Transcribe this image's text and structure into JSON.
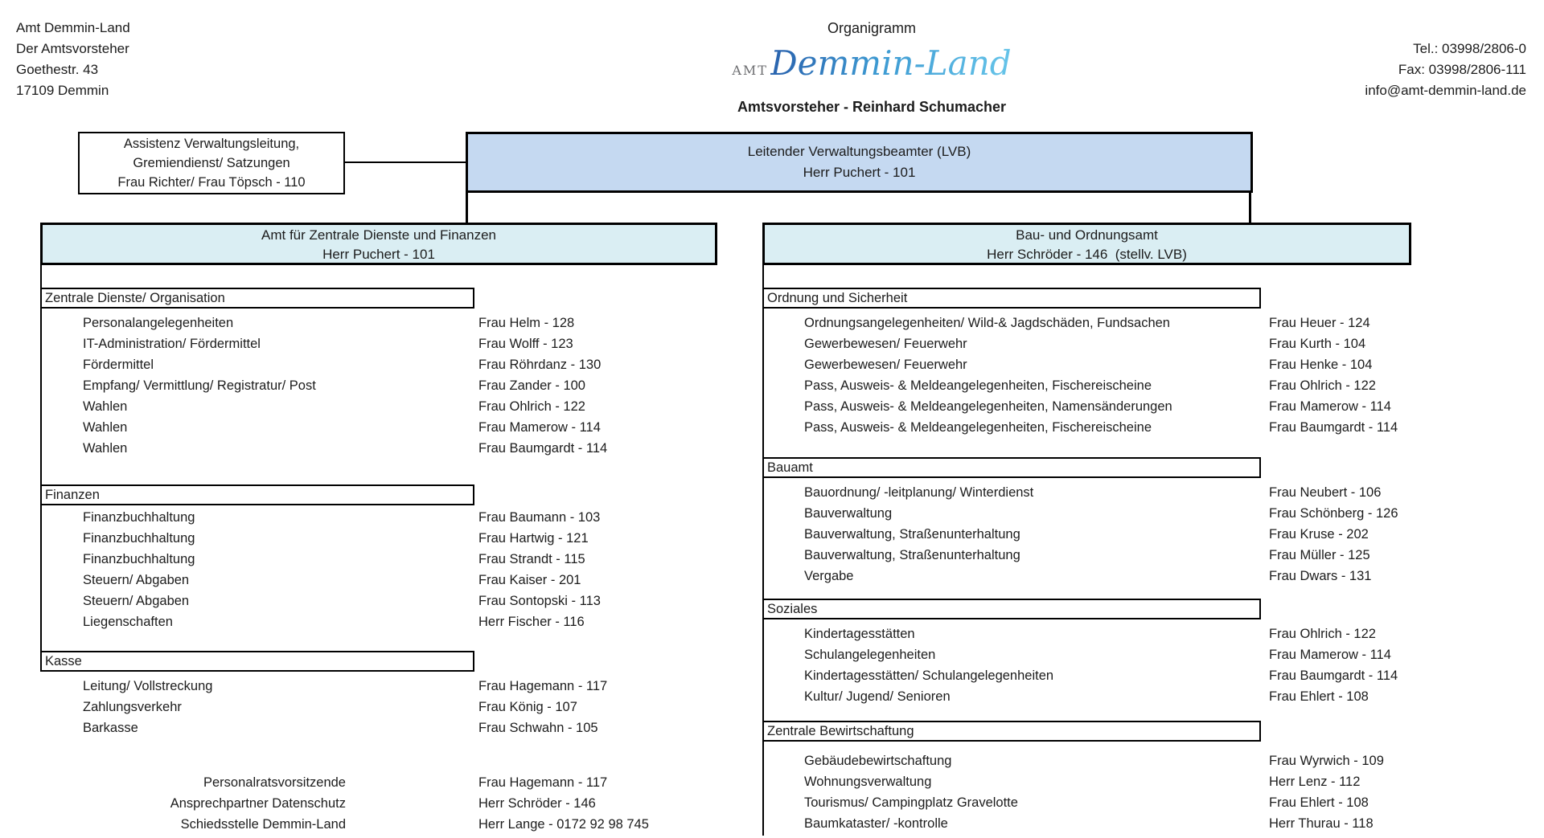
{
  "header": {
    "sender": [
      "Amt Demmin-Land",
      "Der Amtsvorsteher",
      "Goethestr. 43",
      "17109 Demmin"
    ],
    "title": "Organigramm",
    "logo": {
      "prefix": "AMT",
      "name": "Demmin-Land"
    },
    "leader_line": "Amtsvorsteher - Reinhard Schumacher",
    "contact": [
      "Tel.: 03998/2806-0",
      "Fax: 03998/2806-111",
      "info@amt-demmin-land.de"
    ]
  },
  "assist_box": {
    "lines": [
      "Assistenz Verwaltungsleitung,",
      "Gremiendienst/ Satzungen",
      "Frau Richter/ Frau Töpsch - 110"
    ]
  },
  "lvb_box": {
    "lines": [
      "Leitender Verwaltungsbeamter (LVB)",
      "Herr Puchert - 101"
    ]
  },
  "departments": [
    {
      "title": "Amt für Zentrale Dienste und Finanzen",
      "head": "Herr Puchert - 101",
      "sections": [
        {
          "name": "Zentrale Dienste/ Organisation",
          "rows": [
            [
              "Personalangelegenheiten",
              "Frau Helm - 128"
            ],
            [
              "IT-Administration/ Fördermittel",
              "Frau Wolff - 123"
            ],
            [
              "Fördermittel",
              "Frau Röhrdanz - 130"
            ],
            [
              "Empfang/ Vermittlung/ Registratur/ Post",
              "Frau Zander - 100"
            ],
            [
              "Wahlen",
              "Frau Ohlrich - 122"
            ],
            [
              "Wahlen",
              "Frau Mamerow - 114"
            ],
            [
              "Wahlen",
              "Frau Baumgardt - 114"
            ]
          ]
        },
        {
          "name": "Finanzen",
          "rows": [
            [
              "Finanzbuchhaltung",
              "Frau Baumann - 103"
            ],
            [
              "Finanzbuchhaltung",
              "Frau Hartwig - 121"
            ],
            [
              "Finanzbuchhaltung",
              "Frau Strandt - 115"
            ],
            [
              "Steuern/ Abgaben",
              "Frau Kaiser - 201"
            ],
            [
              "Steuern/ Abgaben",
              "Frau Sontopski - 113"
            ],
            [
              "Liegenschaften",
              "Herr Fischer - 116"
            ]
          ]
        },
        {
          "name": "Kasse",
          "rows": [
            [
              "Leitung/ Vollstreckung",
              "Frau Hagemann - 117"
            ],
            [
              "Zahlungsverkehr",
              "Frau König - 107"
            ],
            [
              "Barkasse",
              "Frau Schwahn - 105"
            ]
          ]
        }
      ],
      "extra_rows": [
        [
          "Personalratsvorsitzende",
          "Frau Hagemann - 117"
        ],
        [
          "Ansprechpartner Datenschutz",
          "Herr Schröder - 146"
        ],
        [
          "Schiedsstelle Demmin-Land",
          "Herr Lange - 0172 92 98 745"
        ]
      ]
    },
    {
      "title": "Bau- und Ordnungsamt",
      "head": "Herr Schröder - 146  (stellv. LVB)",
      "sections": [
        {
          "name": "Ordnung und Sicherheit",
          "rows": [
            [
              "Ordnungsangelegenheiten/ Wild-& Jagdschäden, Fundsachen",
              "Frau Heuer - 124"
            ],
            [
              "Gewerbewesen/ Feuerwehr",
              "Frau Kurth - 104"
            ],
            [
              "Gewerbewesen/ Feuerwehr",
              "Frau Henke - 104"
            ],
            [
              "Pass, Ausweis- & Meldeangelegenheiten, Fischereischeine",
              "Frau Ohlrich - 122"
            ],
            [
              "Pass, Ausweis- & Meldeangelegenheiten, Namensänderungen",
              "Frau Mamerow - 114"
            ],
            [
              "Pass, Ausweis- & Meldeangelegenheiten, Fischereischeine",
              "Frau Baumgardt - 114"
            ]
          ]
        },
        {
          "name": "Bauamt",
          "rows": [
            [
              "Bauordnung/ -leitplanung/ Winterdienst",
              "Frau Neubert - 106"
            ],
            [
              "Bauverwaltung",
              "Frau Schönberg - 126"
            ],
            [
              "Bauverwaltung, Straßenunterhaltung",
              "Frau Kruse - 202"
            ],
            [
              "Bauverwaltung, Straßenunterhaltung",
              "Frau Müller - 125"
            ],
            [
              "Vergabe",
              "Frau Dwars - 131"
            ]
          ]
        },
        {
          "name": "Soziales",
          "rows": [
            [
              "Kindertagesstätten",
              "Frau Ohlrich - 122"
            ],
            [
              "Schulangelegenheiten",
              "Frau Mamerow - 114"
            ],
            [
              "Kindertagesstätten/ Schulangelegenheiten",
              "Frau Baumgardt - 114"
            ],
            [
              "Kultur/ Jugend/ Senioren",
              "Frau Ehlert - 108"
            ]
          ]
        },
        {
          "name": "Zentrale Bewirtschaftung",
          "rows": [
            [
              "Gebäudebewirtschaftung",
              "Frau Wyrwich - 109"
            ],
            [
              "Wohnungsverwaltung",
              "Herr Lenz - 112"
            ],
            [
              "Tourismus/ Campingplatz Gravelotte",
              "Frau Ehlert - 108"
            ],
            [
              "Baumkataster/ -kontrolle",
              "Herr Thurau - 118"
            ]
          ]
        }
      ]
    }
  ],
  "colors": {
    "border": "#000000",
    "lvb_fill": "#c5d9f1",
    "dept_fill": "#daeef3",
    "logo_blue_dark": "#2b66b0",
    "logo_blue_light": "#64c2e8",
    "logo_gray": "#6d6e71"
  }
}
